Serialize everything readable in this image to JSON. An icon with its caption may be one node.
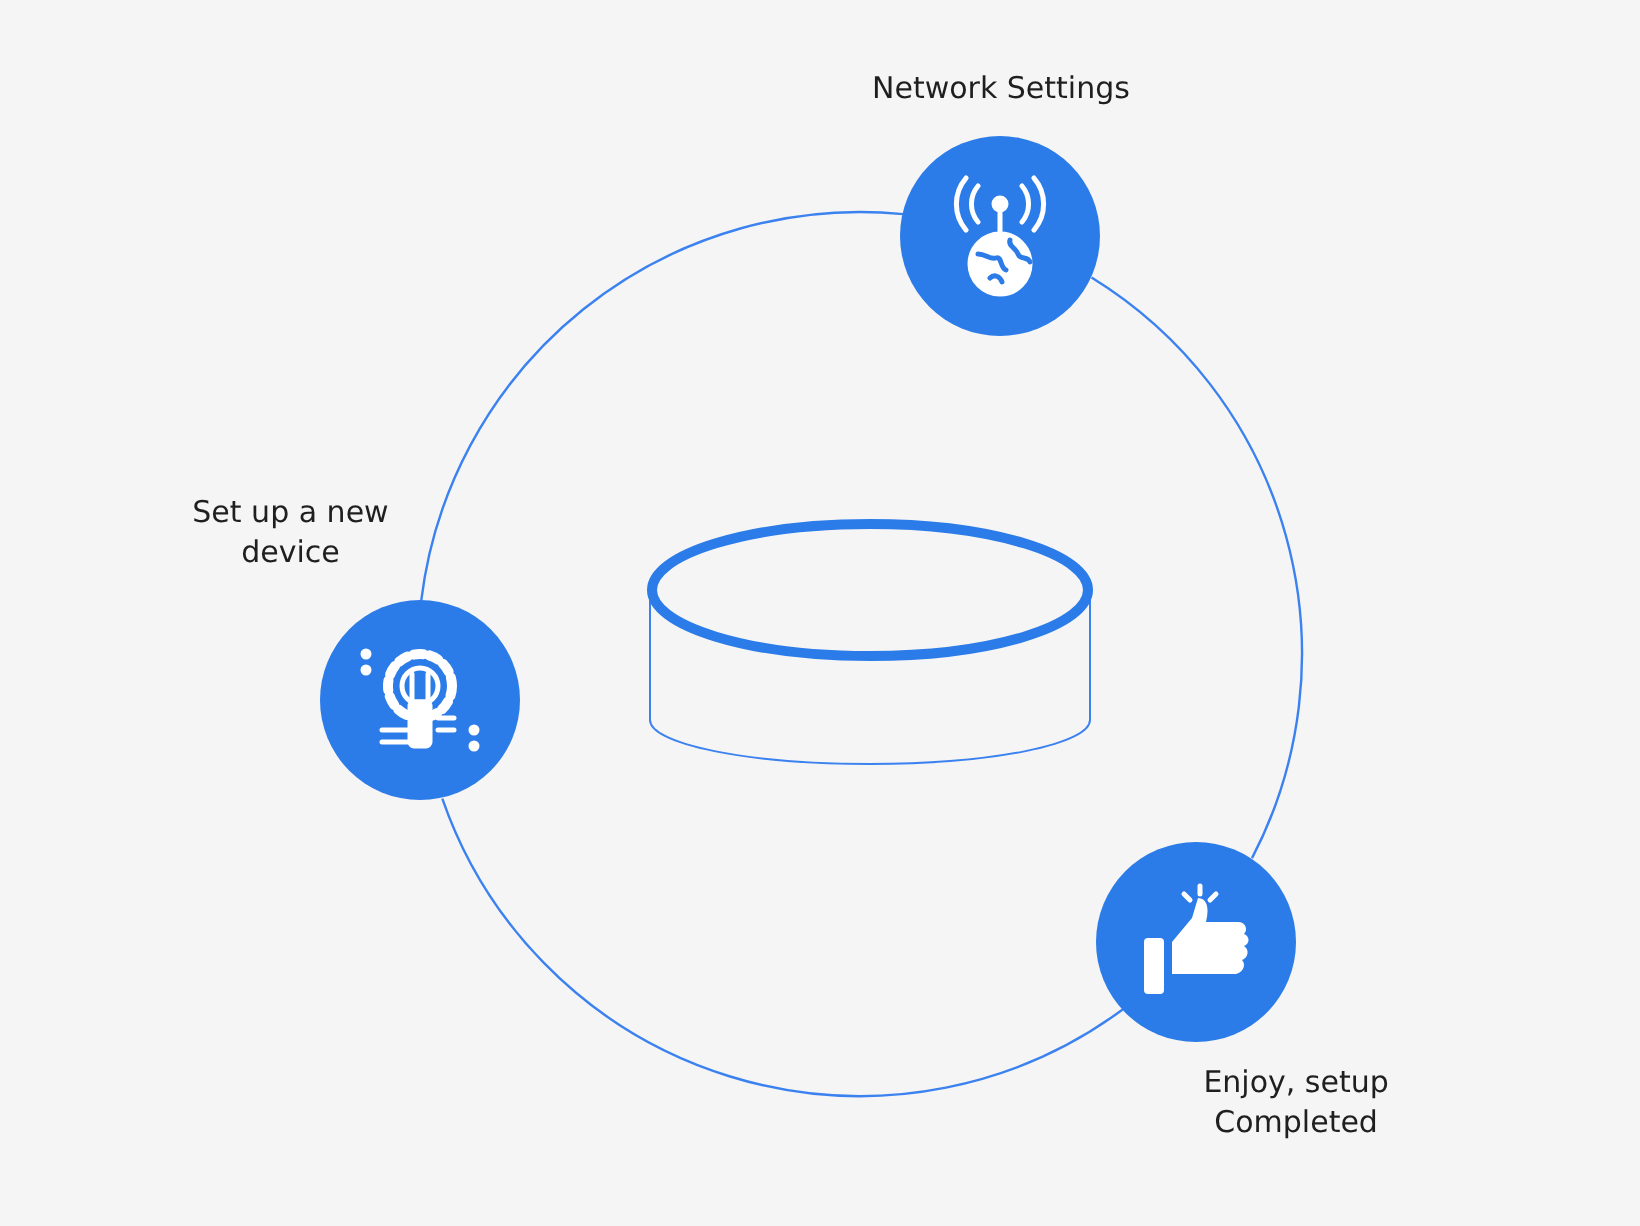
{
  "diagram": {
    "nodes": [
      {
        "text": [
          "Network Settings"
        ]
      },
      {
        "text": [
          "Set up a new device"
        ]
      },
      {
        "text": [
          "Enjoy, setup Completed"
        ]
      },
      {
        "text": [],
        "shape": "cylinder"
      }
    ],
    "edges": [
      {
        "from": 0,
        "to": 2,
        "arrow": "none"
      },
      {
        "from": 2,
        "to": 1,
        "arrow": "none"
      },
      {
        "from": 1,
        "to": 0,
        "arrow": "none"
      }
    ]
  }
}
